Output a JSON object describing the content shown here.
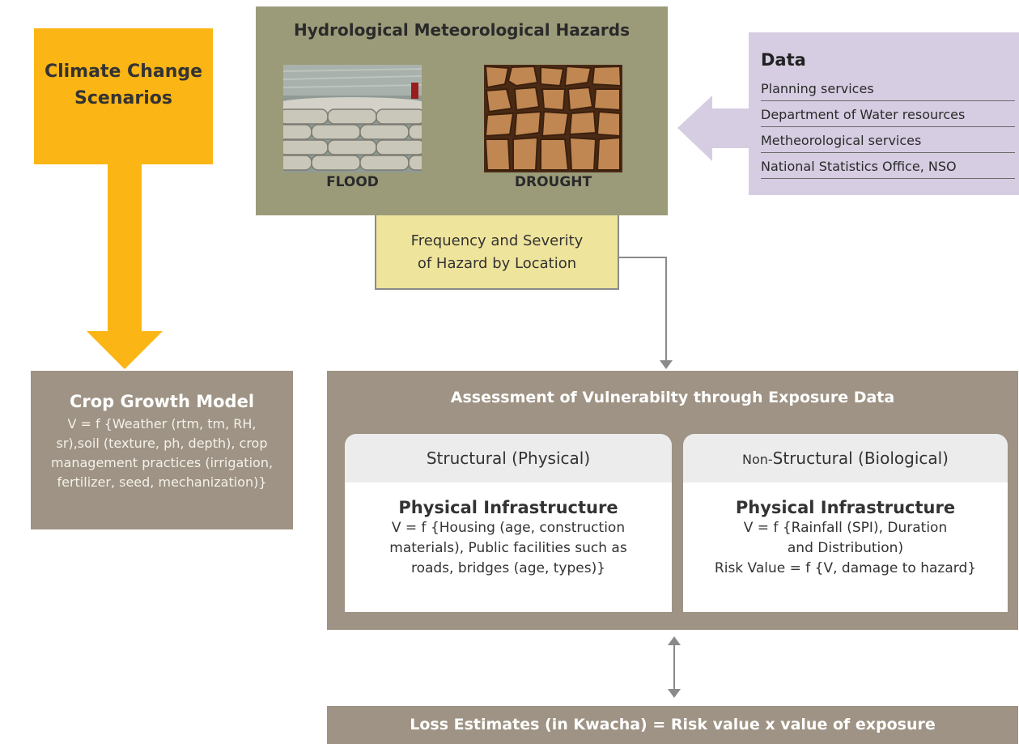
{
  "climate": {
    "title_line1": "Climate Change",
    "title_line2": "Scenarios"
  },
  "hazards": {
    "title": "Hydrological Meteorological Hazards",
    "flood_label": "FLOOD",
    "drought_label": "DROUGHT"
  },
  "frequency": {
    "line1": "Frequency and Severity",
    "line2": "of Hazard by Location"
  },
  "data_sources": {
    "title": "Data",
    "items": [
      "Planning services",
      "Department of Water resources",
      "Metheorological services",
      "National Statistics Office, NSO"
    ]
  },
  "crop_model": {
    "title": "Crop Growth Model",
    "line1": "V = f {Weather (rtm, tm, RH,",
    "line2": "sr),soil (texture, ph, depth), crop",
    "line3": "management practices (irrigation,",
    "line4": "fertilizer, seed, mechanization)}"
  },
  "assessment": {
    "title": "Assessment of Vulnerabilty through Exposure Data",
    "structural": {
      "header": "Structural (Physical)",
      "subtitle": "Physical Infrastructure",
      "line1": "V = f {Housing (age, construction",
      "line2": "materials), Public facilities such as",
      "line3": "roads, bridges (age, types)}"
    },
    "non_structural": {
      "header_prefix": "Non-",
      "header_main": "Structural (Biological)",
      "subtitle": "Physical Infrastructure",
      "line1": "V = f {Rainfall (SPI), Duration",
      "line2": "and Distribution)",
      "line3": "Risk Value = f {V, damage to hazard}"
    }
  },
  "loss": {
    "text": "Loss Estimates (in Kwacha) = Risk value x value of exposure"
  },
  "colors": {
    "climate": "#fbb514",
    "hazards_bg": "#9b9b7a",
    "frequency_bg": "#efe49c",
    "data_bg": "#d6cde2",
    "assessment_bg": "#9e9384",
    "connector": "#8a8a8a"
  }
}
